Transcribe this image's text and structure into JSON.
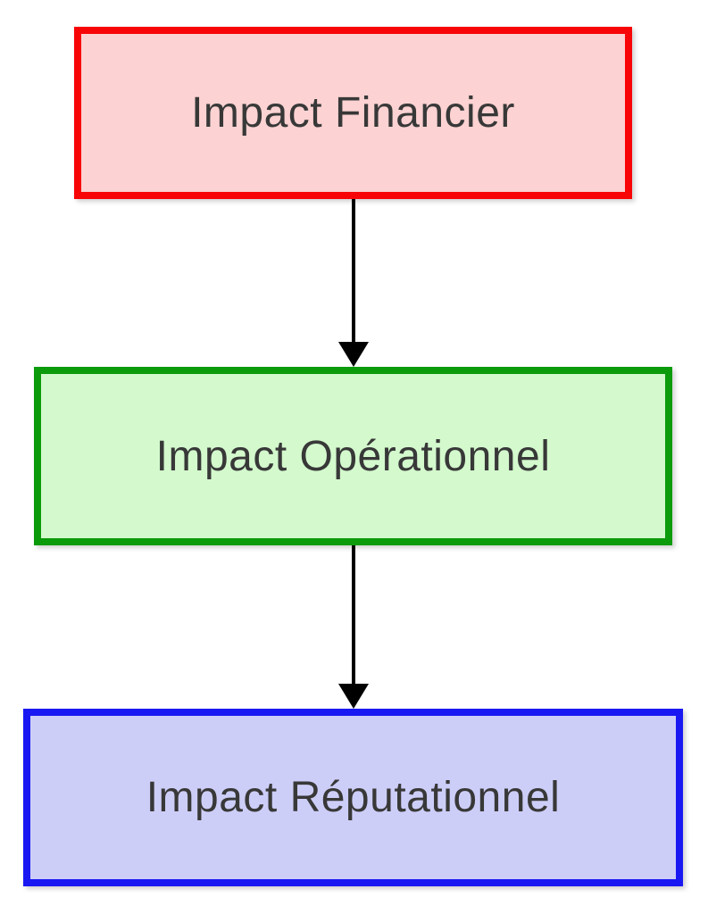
{
  "diagram": {
    "background_color": "#ffffff",
    "text_color": "#383838",
    "arrow_color": "#000000",
    "nodes": [
      {
        "id": "impact-financier",
        "label": "Impact Financier",
        "fill": "#fcd2d2",
        "border": "#f80507"
      },
      {
        "id": "impact-operationnel",
        "label": "Impact Opérationnel",
        "fill": "#d3f9cd",
        "border": "#0b9b0b"
      },
      {
        "id": "impact-reputationnel",
        "label": "Impact Réputationnel",
        "fill": "#cdcef8",
        "border": "#1a18f2"
      }
    ],
    "edges": [
      {
        "from": "impact-financier",
        "to": "impact-operationnel",
        "style": "arrow-down"
      },
      {
        "from": "impact-operationnel",
        "to": "impact-reputationnel",
        "style": "arrow-down"
      }
    ]
  }
}
